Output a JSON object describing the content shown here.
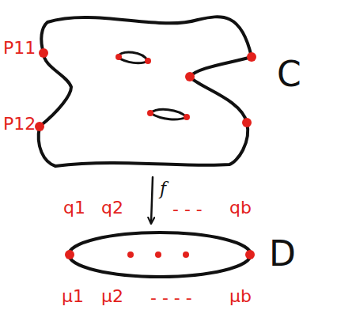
{
  "diagram": {
    "nodes": [
      {
        "text": [
          "C"
        ]
      },
      {
        "text": [
          "D"
        ]
      }
    ],
    "edges": [
      {
        "from": 0,
        "to": 1,
        "arrow": "to",
        "label": "f"
      }
    ],
    "labels": [
      "P11",
      "P12",
      "q1",
      "q2",
      "- - -",
      "qb",
      "μ1",
      "μ2",
      "- - - -",
      "μb"
    ]
  }
}
